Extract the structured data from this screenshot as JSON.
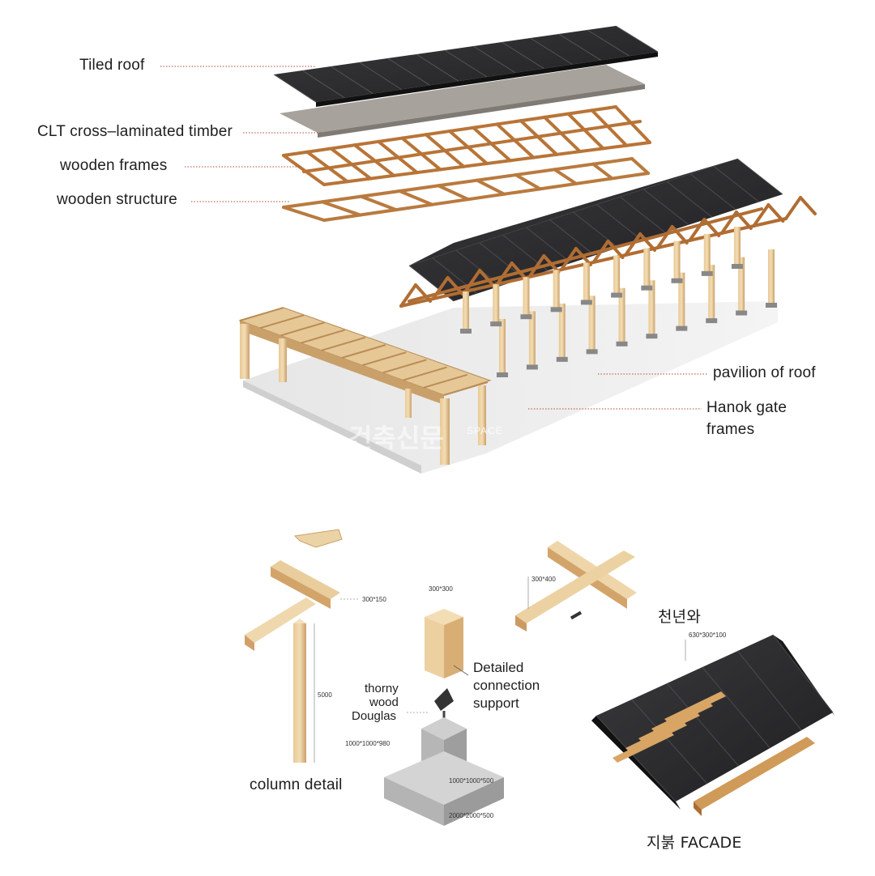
{
  "exploded_labels": {
    "tiled_roof": "Tiled roof",
    "clt": "CLT cross–laminated timber",
    "wooden_frames": "wooden frames",
    "wooden_structure": "wooden structure",
    "pavilion_of_roof": "pavilion of roof",
    "hanok_gate_line1": "Hanok gate",
    "hanok_gate_line2": "frames"
  },
  "watermark": {
    "korean": "건축신문",
    "latin": "SPACE"
  },
  "details": {
    "column_dim_top": "300*150",
    "column_dim_height": "5000",
    "column_label": "column detail",
    "post_dim": "300*300",
    "connection_line1": "Detailed",
    "connection_line2": "connection",
    "connection_line3": "support",
    "thorny_line1": "thorny",
    "thorny_line2": "wood",
    "thorny_line3": "Douglas",
    "footing_dim1": "1000*1000*980",
    "footing_dim2": "1000*1000*500",
    "footing_dim3": "2000*2000*500",
    "beam_dim": "300*400",
    "roof_tile_korean": "천년와",
    "roof_tile_dim": "630*300*100",
    "roof_facade_label": "지붉 FACADE"
  },
  "colors": {
    "roof_tile": "#2b2b2d",
    "timber": "#c8894d",
    "timber_light": "#e3c291",
    "clt": "#9a9590",
    "concrete": "#d9d9d9",
    "leader_line": "#c0392b"
  }
}
